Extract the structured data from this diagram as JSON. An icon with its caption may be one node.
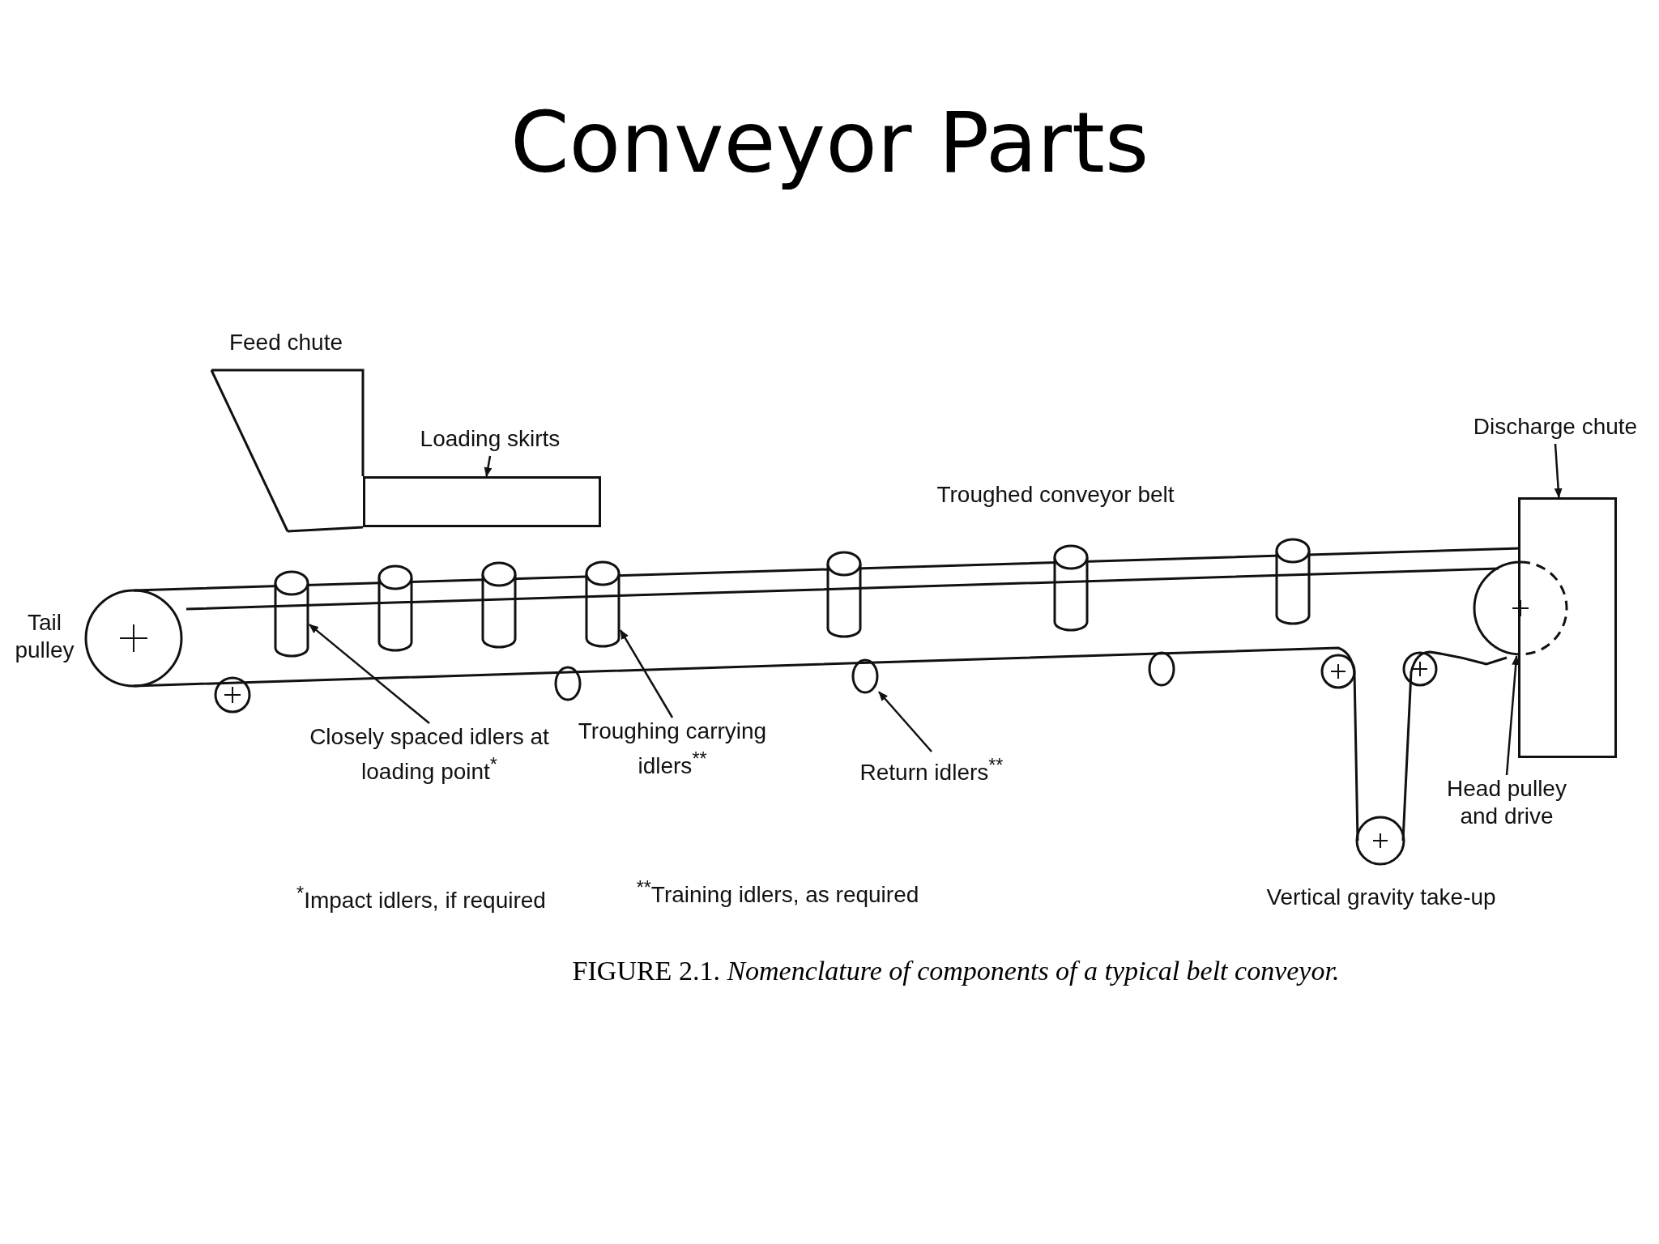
{
  "diagram": {
    "title": "Conveyor Parts",
    "caption": "FIGURE 2.1. *Nomenclature of components of a typical belt conveyor.*",
    "nodes": [
      {
        "text": [
          "Loading skirts"
        ]
      },
      {
        "text": [],
        "shape": "box"
      },
      {
        "text": [
          "Discharge chute"
        ]
      },
      {
        "text": [],
        "shape": "box"
      },
      {
        "text": [
          "Closely spaced idlers at loading point$^{*}$"
        ]
      },
      {
        "text": [],
        "shape": "cylinder"
      },
      {
        "text": [
          "Troughing carrying idlers$^{**}$"
        ]
      },
      {
        "text": [],
        "shape": "cylinder"
      },
      {
        "text": [
          "Return idlers$^{**}$"
        ]
      },
      {
        "text": [],
        "shape": "circle"
      },
      {
        "text": [
          "Head pulley and drive"
        ]
      },
      {
        "text": [],
        "shape": "circle"
      },
      {
        "text": [],
        "shape": "cylinder"
      },
      {
        "text": [],
        "shape": "cylinder"
      },
      {
        "text": [],
        "shape": "cylinder"
      },
      {
        "text": [],
        "shape": "cylinder"
      },
      {
        "text": [],
        "shape": "cylinder"
      },
      {
        "text": [],
        "shape": "circle"
      },
      {
        "text": [],
        "shape": "circle"
      }
    ],
    "edges": [
      {
        "from": 0,
        "to": 1,
        "arrow": "to"
      },
      {
        "from": 2,
        "to": 3,
        "arrow": "to"
      },
      {
        "from": 4,
        "to": 5,
        "arrow": "to"
      },
      {
        "from": 6,
        "to": 7,
        "arrow": "to"
      },
      {
        "from": 8,
        "to": 9,
        "arrow": "to"
      },
      {
        "from": 10,
        "to": 11,
        "arrow": "to"
      }
    ],
    "labels": [
      "Feed chute",
      "Troughed conveyor belt",
      "Tail pulley",
      "Vertical gravity take-up",
      "$^{*}$Impact idlers, if required",
      "$^{**}$Training idlers, as required"
    ]
  }
}
